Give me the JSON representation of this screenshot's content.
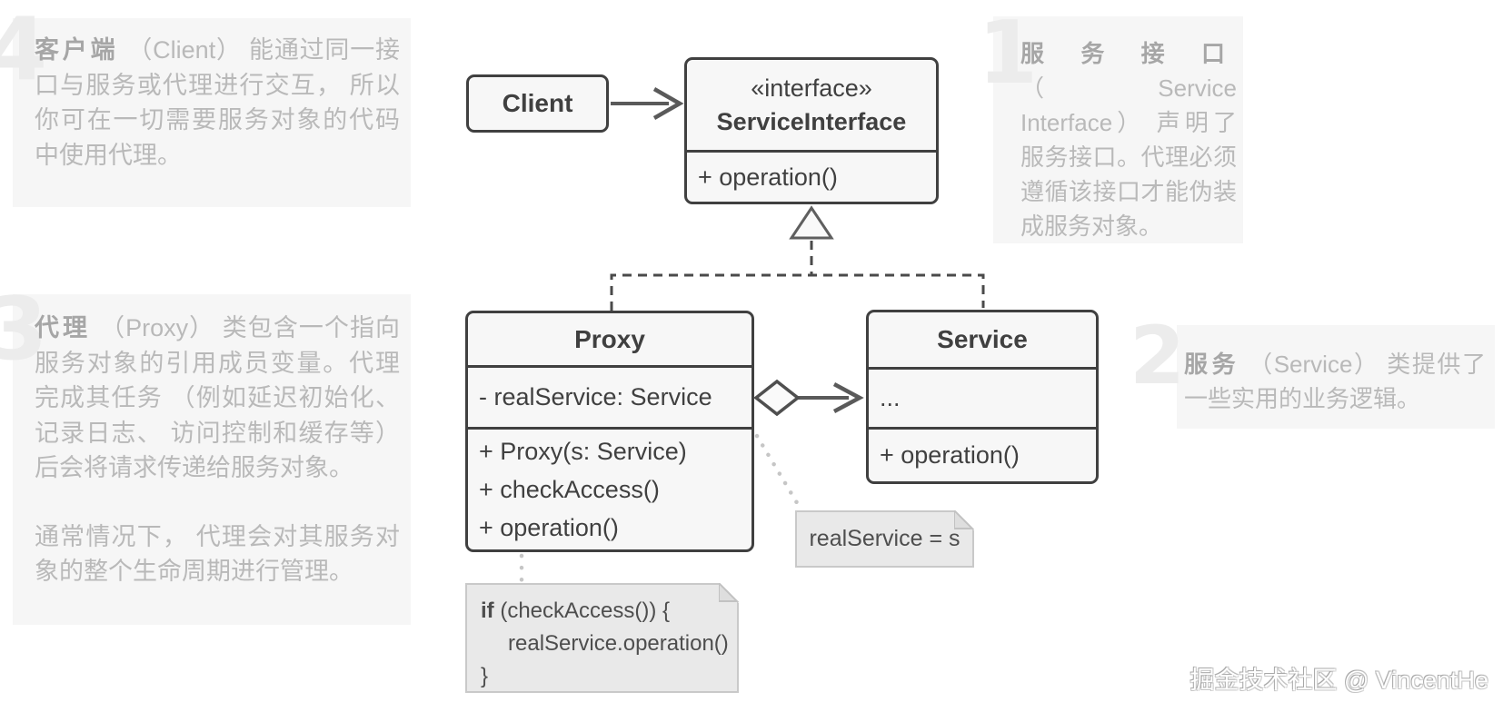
{
  "colors": {
    "box_border": "#404040",
    "box_fill": "#f7f7f7",
    "connector": "#4a4a4a",
    "note_fill": "#e9e9e9",
    "note_border": "#c9c9c9",
    "note_text": "#4e4e4e",
    "panel_bg": "#f6f6f6",
    "callout_text": "#b9b9b9",
    "callout_lead": "#a6a6a6",
    "big_number": "#ececec"
  },
  "uml": {
    "client": {
      "name": "Client"
    },
    "service_interface": {
      "stereotype": "«interface»",
      "name": "ServiceInterface",
      "methods": [
        "+ operation()"
      ]
    },
    "proxy": {
      "name": "Proxy",
      "attributes": [
        "- realService: Service"
      ],
      "methods": [
        "+ Proxy(s: Service)",
        "+ checkAccess()",
        "+ operation()"
      ]
    },
    "service": {
      "name": "Service",
      "attributes": [
        "..."
      ],
      "methods": [
        "+ operation()"
      ]
    }
  },
  "notes": {
    "assignment": "realService = s",
    "code": {
      "keyword": "if",
      "line1_rest": " (checkAccess()) {",
      "line2": "realService.operation()",
      "line3": "}"
    }
  },
  "callouts": [
    {
      "number": "1",
      "lead": "服务接口",
      "text": "（Service Interface） 声明了服务接口。代理必须遵循该接口才能伪装成服务对象。"
    },
    {
      "number": "2",
      "lead": "服务",
      "text": "（Service） 类提供了一些实用的业务逻辑。"
    },
    {
      "number": "3",
      "lead": "代理",
      "text": "（Proxy） 类包含一个指向服务对象的引用成员变量。代理完成其任务 （例如延迟初始化、记录日志、 访问控制和缓存等）后会将请求传递给服务对象。",
      "text2": "通常情况下， 代理会对其服务对象的整个生命周期进行管理。"
    },
    {
      "number": "4",
      "lead": "客户端",
      "text": "（Client） 能通过同一接口与服务或代理进行交互， 所以你可在一切需要服务对象的代码中使用代理。"
    }
  ],
  "watermark": "掘金技术社区 @ VincentHe"
}
